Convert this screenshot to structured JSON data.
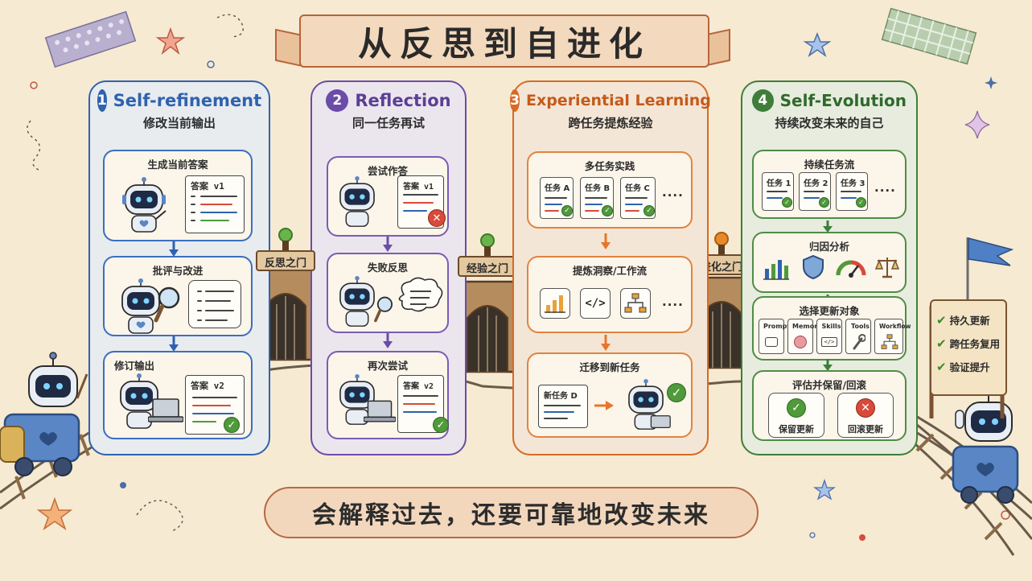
{
  "title": "从反思到自进化",
  "slogan": "会解释过去，还要可靠地改变未来",
  "colors": {
    "stage1": "#2f62b0",
    "stage2": "#6b4ca8",
    "stage3": "#d76a25",
    "stage4": "#3f7d3a",
    "check": "#4f9a3a",
    "cross": "#d84a3a",
    "background": "#f6ead2"
  },
  "stages": [
    {
      "number": "1",
      "title": "Self-refinement",
      "subtitle": "修改当前输出",
      "steps": [
        {
          "label": "生成当前答案",
          "doc": "答案 v1"
        },
        {
          "label": "批评与改进",
          "icon": "magnifier-icon"
        },
        {
          "label": "修订输出",
          "doc": "答案 v2"
        }
      ]
    },
    {
      "number": "2",
      "title": "Reflection",
      "subtitle": "同一任务再试",
      "steps": [
        {
          "label": "尝试作答",
          "doc": "答案 v1"
        },
        {
          "label": "失败反思",
          "icon": "thought-bubble-icon"
        },
        {
          "label": "再次尝试",
          "doc": "答案 v2"
        }
      ]
    },
    {
      "number": "3",
      "title": "Experiential Learning",
      "subtitle": "跨任务提炼经验",
      "steps": [
        {
          "label": "多任务实践",
          "tasks": [
            "任务 A",
            "任务 B",
            "任务 C"
          ],
          "more": "...."
        },
        {
          "label": "提炼洞察/工作流",
          "icons": [
            "bar-chart-icon",
            "code-icon",
            "flowchart-icon"
          ],
          "more": "...."
        },
        {
          "label": "迁移到新任务",
          "task": "新任务 D"
        }
      ]
    },
    {
      "number": "4",
      "title": "Self-Evolution",
      "subtitle": "持续改变未来的自己",
      "steps": [
        {
          "label": "持续任务流",
          "tasks": [
            "任务 1",
            "任务 2",
            "任务 3"
          ],
          "more": "...."
        },
        {
          "label": "归因分析",
          "icons": [
            "bar-chart-icon",
            "shield-icon",
            "gauge-icon",
            "scale-icon"
          ]
        },
        {
          "label": "选择更新对象",
          "targets": [
            "Prompt",
            "Memory",
            "Skills",
            "Tools",
            "Workflow"
          ]
        },
        {
          "label": "评估并保留/回滚",
          "keep": "保留更新",
          "rollback": "回滚更新"
        }
      ]
    }
  ],
  "gates": [
    "反思之门",
    "经验之门",
    "进化之门"
  ],
  "board": [
    "持久更新",
    "跨任务复用",
    "验证提升"
  ]
}
